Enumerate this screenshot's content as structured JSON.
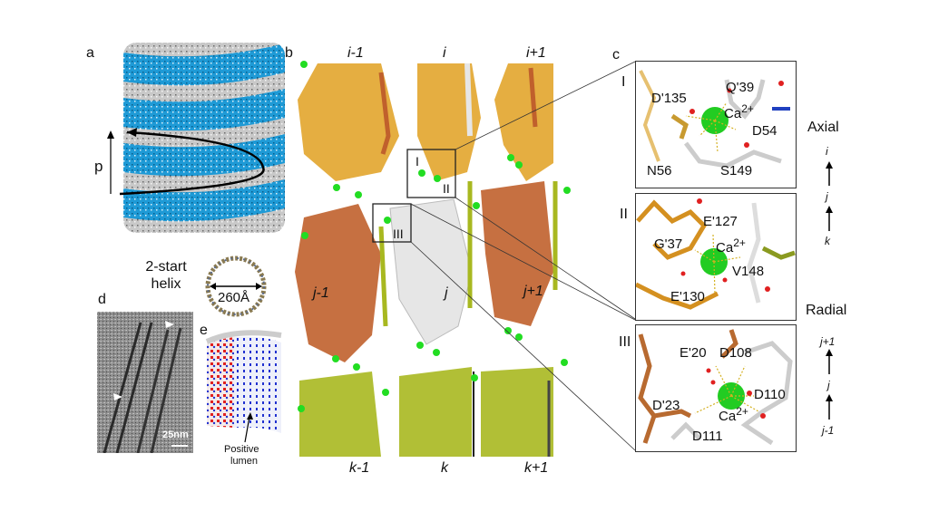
{
  "figure": {
    "panels": {
      "a": {
        "label": "a",
        "arrow_label": "p",
        "colors": {
          "blue": "#1e9ad6",
          "grey": "#bfbfbf"
        }
      },
      "b": {
        "label": "b",
        "column_labels_top": [
          "i-1",
          "i",
          "i+1"
        ],
        "row_j_labels": [
          "j-1",
          "j",
          "j+1"
        ],
        "column_labels_bottom": [
          "k-1",
          "k",
          "k+1"
        ],
        "box_labels": [
          "I",
          "II",
          "III"
        ],
        "colors": {
          "orange": "#e0a020",
          "brown": "#c0602c",
          "white": "#e6e6e6",
          "olive": "#a8b820",
          "calcium": "#22dd22"
        }
      },
      "c": {
        "label": "c",
        "boxes": [
          {
            "roman": "I",
            "labels": [
              "D'135",
              "Q'39",
              "Ca2+",
              "D54",
              "N56",
              "S149"
            ]
          },
          {
            "roman": "II",
            "labels": [
              "E'127",
              "G'37",
              "Ca2+",
              "V148",
              "E'130"
            ]
          },
          {
            "roman": "III",
            "labels": [
              "E'20",
              "D108",
              "D110",
              "D'23",
              "Ca2+",
              "D111"
            ]
          }
        ],
        "axial": {
          "title": "Axial",
          "sequence": [
            "i",
            "j",
            "k"
          ]
        },
        "radial": {
          "title": "Radial",
          "sequence": [
            "j+1",
            "j",
            "j-1"
          ]
        }
      },
      "ring": {
        "title_line1": "2-start",
        "title_line2": "helix",
        "diameter": "260Å"
      },
      "d": {
        "label": "d",
        "scale_bar": "25nm"
      },
      "e": {
        "label": "e",
        "annotation_line1": "Positive",
        "annotation_line2": "lumen",
        "colors": {
          "red": "#e02020",
          "blue": "#2030d0"
        }
      }
    },
    "text": {
      "ca": "Ca",
      "sup": "2+"
    }
  }
}
